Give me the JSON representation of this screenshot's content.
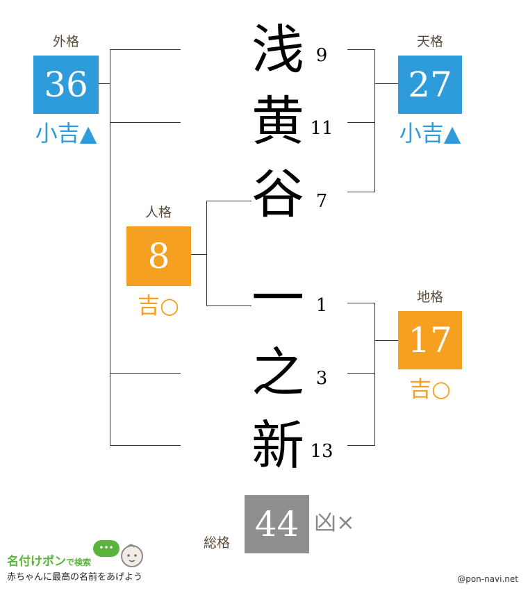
{
  "colors": {
    "blue": "#2e9bdb",
    "orange": "#f5a020",
    "gray": "#8f8f8f",
    "line": "#333333",
    "logo_green": "#5ab43c"
  },
  "name": {
    "surname": [
      {
        "char": "浅",
        "strokes": "9"
      },
      {
        "char": "黄",
        "strokes": "11"
      },
      {
        "char": "谷",
        "strokes": "7"
      }
    ],
    "given": [
      {
        "char": "一",
        "strokes": "1"
      },
      {
        "char": "之",
        "strokes": "3"
      },
      {
        "char": "新",
        "strokes": "13"
      }
    ]
  },
  "gaikaku": {
    "label": "外格",
    "value": "36",
    "fortune": "小吉▲"
  },
  "tenkaku": {
    "label": "天格",
    "value": "27",
    "fortune": "小吉▲"
  },
  "jinkaku": {
    "label": "人格",
    "value": "8",
    "fortune": "吉○"
  },
  "chikaku": {
    "label": "地格",
    "value": "17",
    "fortune": "吉○"
  },
  "soukaku": {
    "label": "総格",
    "value": "44",
    "fortune": "凶×"
  },
  "footer": {
    "logo_title": "名付けポン",
    "logo_suffix": "で検索",
    "logo_bubble": "•••",
    "tagline": "赤ちゃんに最高の名前をあげよう",
    "credit": "@pon-navi.net"
  }
}
